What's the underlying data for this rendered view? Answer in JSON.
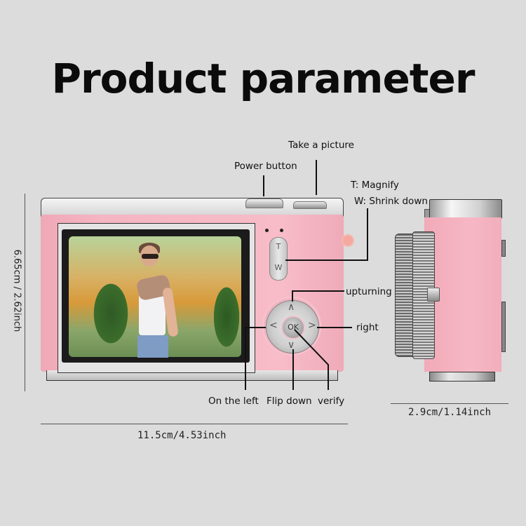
{
  "title": "Product parameter",
  "callouts": {
    "power_button": "Power button",
    "take_picture": "Take a picture",
    "zoom_t": "T: Magnify",
    "zoom_w": "W: Shrink down",
    "up": "upturning",
    "right": "right",
    "left": "On the left",
    "down": "Flip down",
    "ok": "verify"
  },
  "camera": {
    "zoom_rocker": {
      "t": "T",
      "w": "W"
    },
    "dpad": {
      "ok": "OK",
      "up": "^",
      "down": "v",
      "left": "<",
      "right": ">"
    },
    "body_color": "#f5b5c2"
  },
  "dimensions": {
    "height": "6.65cm / 2.62inch",
    "width": "11.5cm/4.53inch",
    "depth": "2.9cm/1.14inch"
  },
  "colors": {
    "background": "#dcdcdc",
    "pink": "#f5b5c2",
    "text": "#111111"
  }
}
